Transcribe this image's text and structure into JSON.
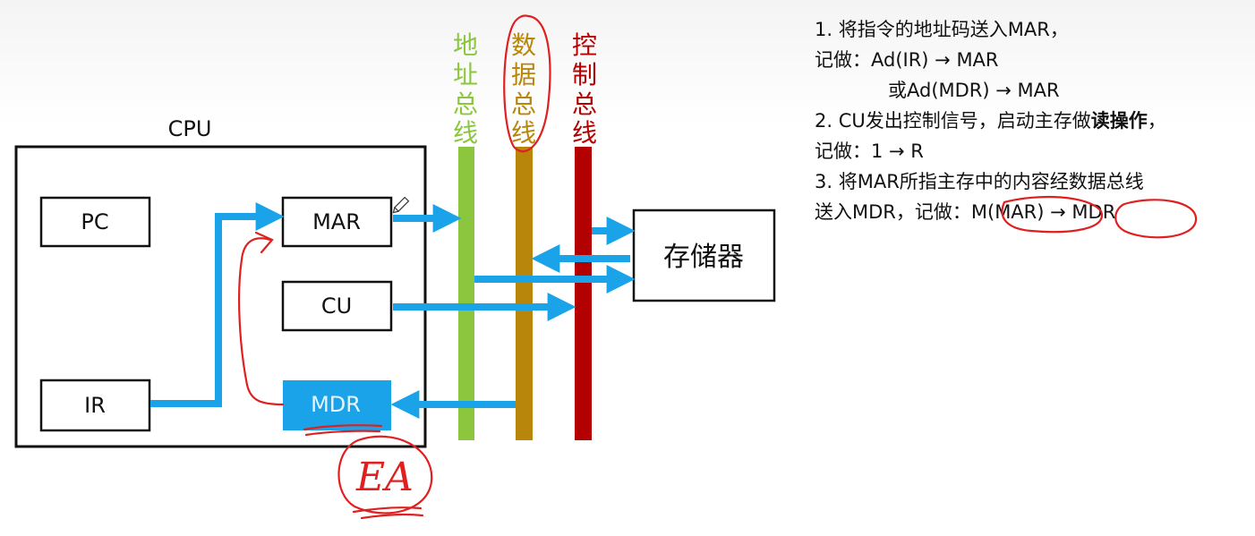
{
  "cpu": {
    "label": "CPU",
    "registers": {
      "pc": "PC",
      "ir": "IR",
      "mar": "MAR",
      "cu": "CU",
      "mdr": "MDR"
    }
  },
  "buses": [
    {
      "name": "地址总线",
      "chars": [
        "地",
        "址",
        "总",
        "线"
      ],
      "color": "#8cc63f"
    },
    {
      "name": "数据总线",
      "chars": [
        "数",
        "据",
        "总",
        "线"
      ],
      "color": "#b8860b"
    },
    {
      "name": "控制总线",
      "chars": [
        "控",
        "制",
        "总",
        "线"
      ],
      "color": "#b30000"
    }
  ],
  "memory": {
    "label": "存储器"
  },
  "annotation": {
    "handwritten": "EA"
  },
  "steps": [
    {
      "line1": "1. 将指令的地址码送入MAR，",
      "line2": "记做：Ad(IR) → MAR",
      "line3": "或Ad(MDR) → MAR"
    },
    {
      "line1_pre": "2. CU发出控制信号，启动主存做",
      "line1_bold": "读操作",
      "line1_post": "，",
      "line2": "记做：1 → R"
    },
    {
      "line1": "3. 将MAR所指主存中的内容经数据总线",
      "line2": "送入MDR，记做：M(MAR) → MDR"
    }
  ],
  "colors": {
    "arrow": "#1aa3e8",
    "mdr_fill": "#1aa3e8",
    "ink": "#e02020"
  }
}
